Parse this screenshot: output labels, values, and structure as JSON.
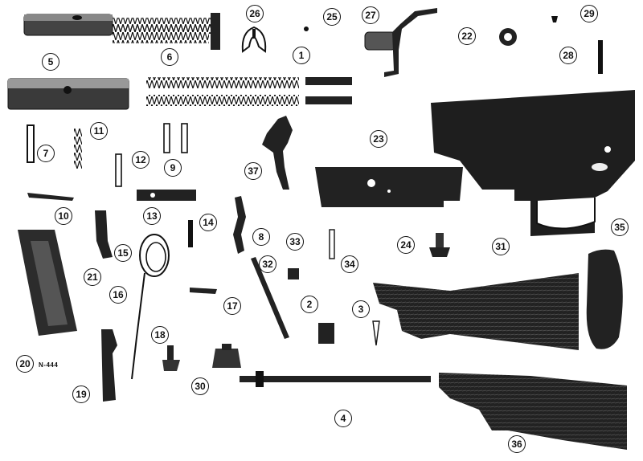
{
  "diagram": {
    "callouts": [
      {
        "id": "c1",
        "label": "1"
      },
      {
        "id": "c2",
        "label": "2"
      },
      {
        "id": "c3",
        "label": "3"
      },
      {
        "id": "c4",
        "label": "4"
      },
      {
        "id": "c5",
        "label": "5"
      },
      {
        "id": "c6",
        "label": "6"
      },
      {
        "id": "c7",
        "label": "7"
      },
      {
        "id": "c8",
        "label": "8"
      },
      {
        "id": "c9",
        "label": "9"
      },
      {
        "id": "c10",
        "label": "10"
      },
      {
        "id": "c11",
        "label": "11"
      },
      {
        "id": "c12",
        "label": "12"
      },
      {
        "id": "c13",
        "label": "13"
      },
      {
        "id": "c14",
        "label": "14"
      },
      {
        "id": "c15",
        "label": "15"
      },
      {
        "id": "c16",
        "label": "16"
      },
      {
        "id": "c17",
        "label": "17"
      },
      {
        "id": "c18",
        "label": "18"
      },
      {
        "id": "c19",
        "label": "19"
      },
      {
        "id": "c20",
        "label": "20"
      },
      {
        "id": "c21",
        "label": "21"
      },
      {
        "id": "c22",
        "label": "22"
      },
      {
        "id": "c23",
        "label": "23"
      },
      {
        "id": "c24",
        "label": "24"
      },
      {
        "id": "c25",
        "label": "25"
      },
      {
        "id": "c26",
        "label": "26"
      },
      {
        "id": "c27",
        "label": "27"
      },
      {
        "id": "c28",
        "label": "28"
      },
      {
        "id": "c29",
        "label": "29"
      },
      {
        "id": "c30",
        "label": "30"
      },
      {
        "id": "c31",
        "label": "31"
      },
      {
        "id": "c32",
        "label": "32"
      },
      {
        "id": "c33",
        "label": "33"
      },
      {
        "id": "c34",
        "label": "34"
      },
      {
        "id": "c35",
        "label": "35"
      },
      {
        "id": "c36",
        "label": "36"
      },
      {
        "id": "c37",
        "label": "37"
      }
    ],
    "part20_tag": "N-444"
  }
}
